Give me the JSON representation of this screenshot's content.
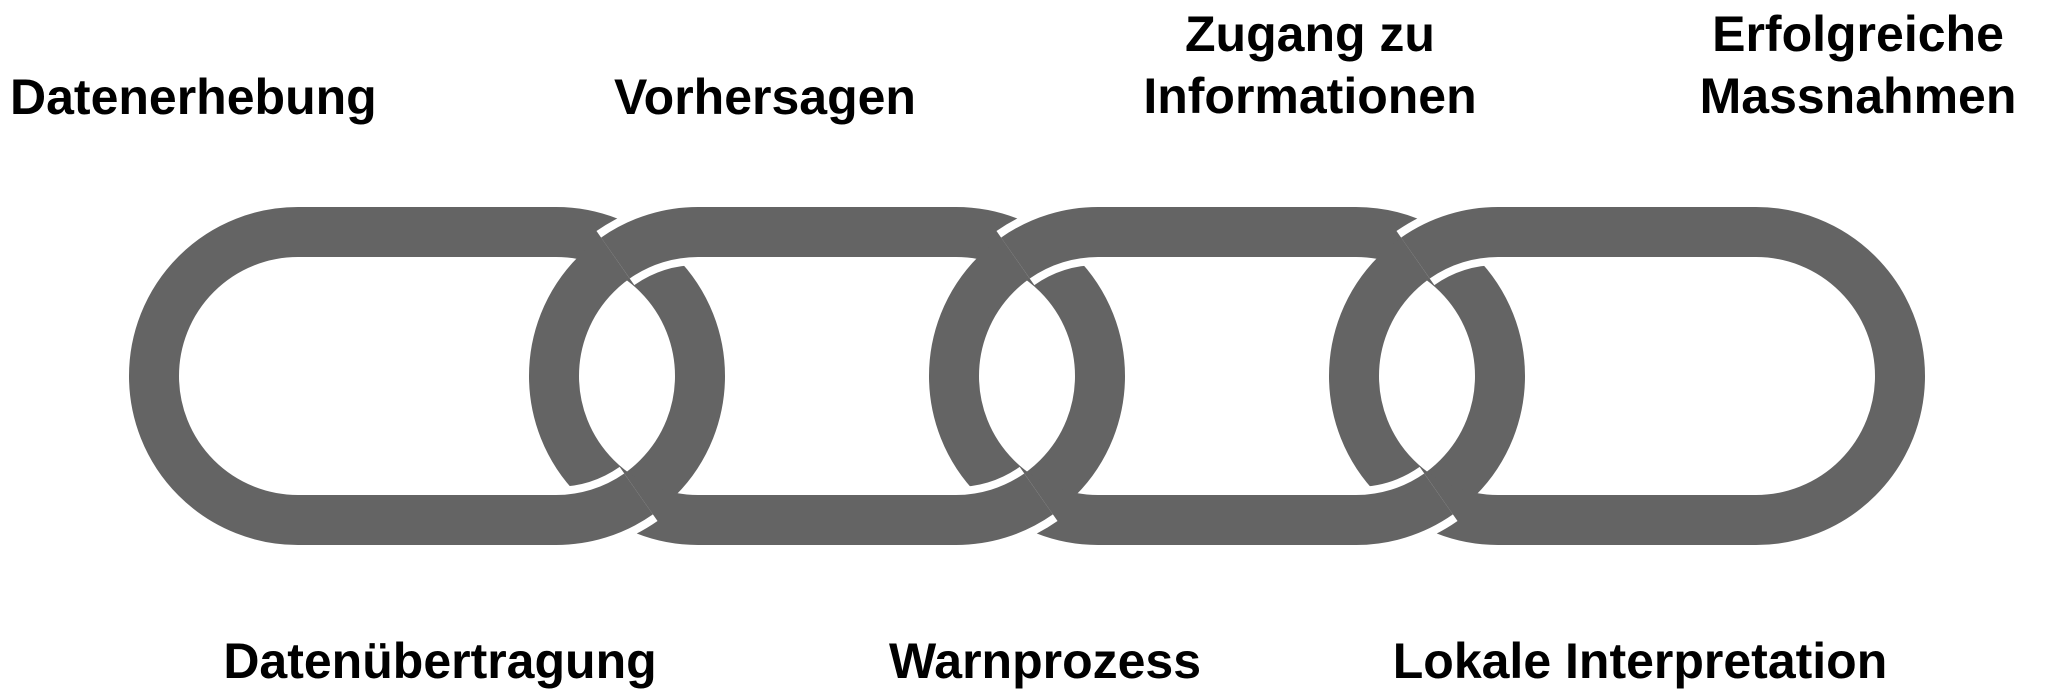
{
  "diagram": {
    "chain_color": "#646464",
    "top_labels": [
      "Datenerhebung",
      "Vorhersagen",
      "Zugang zu\nInformationen",
      "Erfolgreiche\nMassnahmen"
    ],
    "bottom_labels": [
      "Datenübertragung",
      "Warnprozess",
      "Lokale Interpretation"
    ]
  }
}
